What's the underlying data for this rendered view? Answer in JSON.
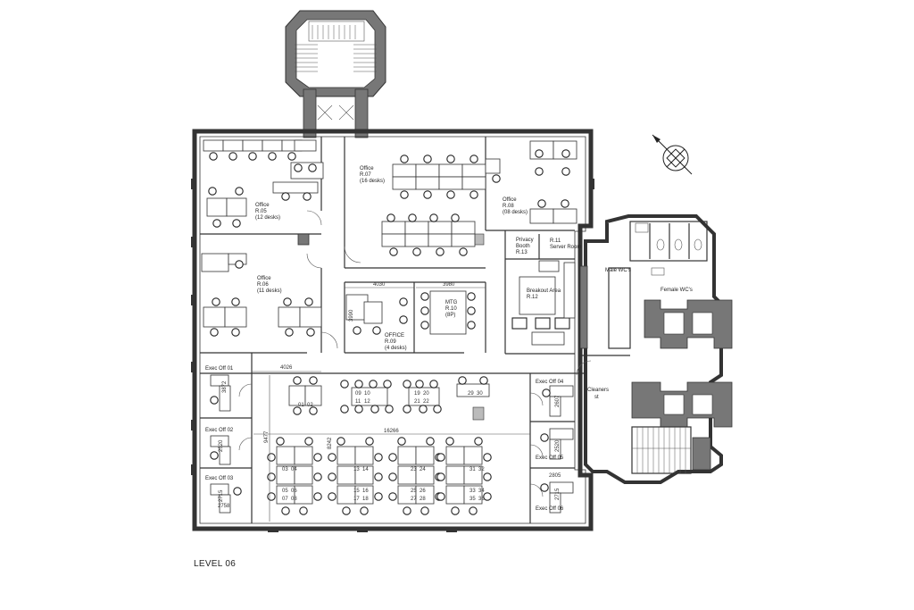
{
  "level_title": "LEVEL 06",
  "rooms": {
    "r05": {
      "name": "Office",
      "id": "R.05",
      "desks": "(12 desks)"
    },
    "r06": {
      "name": "Office",
      "id": "R.06",
      "desks": "(11 desks)"
    },
    "r07": {
      "name": "Office",
      "id": "R.07",
      "desks": "(16 desks)"
    },
    "r08": {
      "name": "Office",
      "id": "R.08",
      "desks": "(08 desks)"
    },
    "r09": {
      "name": "OFFICE",
      "id": "R.09",
      "desks": "(4 desks)"
    },
    "r10": {
      "name": "MTG",
      "id": "R.10",
      "desks": "(8P)"
    },
    "r11": {
      "name": "R.11",
      "id": "Server Room"
    },
    "r12": {
      "name": "Breakout Area",
      "id": "R.12"
    },
    "r13": {
      "name": "Privacy",
      "id": "Booth",
      "extra": "R.13"
    },
    "male": "Male WC's",
    "female": "Female WC's",
    "cleaners": "Cleaners",
    "cleaners2": "st",
    "exec01": "Exec Off 01",
    "exec02": "Exec Off 02",
    "exec03": "Exec Off 03",
    "exec04": "Exec Off 04",
    "exec05": "Exec Off 05",
    "exec06": "Exec Off 06"
  },
  "dimensions": {
    "d4030": "4030",
    "d3980": "3980",
    "d3990": "3990",
    "d4026": "4026",
    "d16266": "16266",
    "d9477": "9477",
    "d8242": "8242",
    "d3872": "3872",
    "d2520a": "2520",
    "d2715a": "2715",
    "d2758": "2758",
    "d2607": "2607",
    "d2520b": "2520",
    "d2805": "2805",
    "d2715b": "2715"
  },
  "desk_numbers": {
    "g1": [
      "01",
      "02"
    ],
    "g2": [
      "09",
      "10",
      "11",
      "12"
    ],
    "g3": [
      "19",
      "20",
      "21",
      "22"
    ],
    "g4": [
      "29",
      "30"
    ],
    "g5": [
      "03",
      "04",
      "05",
      "06",
      "07",
      "08"
    ],
    "g6": [
      "13",
      "14",
      "15",
      "16",
      "17",
      "18"
    ],
    "g7": [
      "23",
      "24",
      "25",
      "26",
      "27",
      "28"
    ],
    "g8": [
      "31",
      "32",
      "33",
      "34",
      "35",
      "36"
    ]
  },
  "icons": {
    "north": "north-arrow-icon"
  }
}
